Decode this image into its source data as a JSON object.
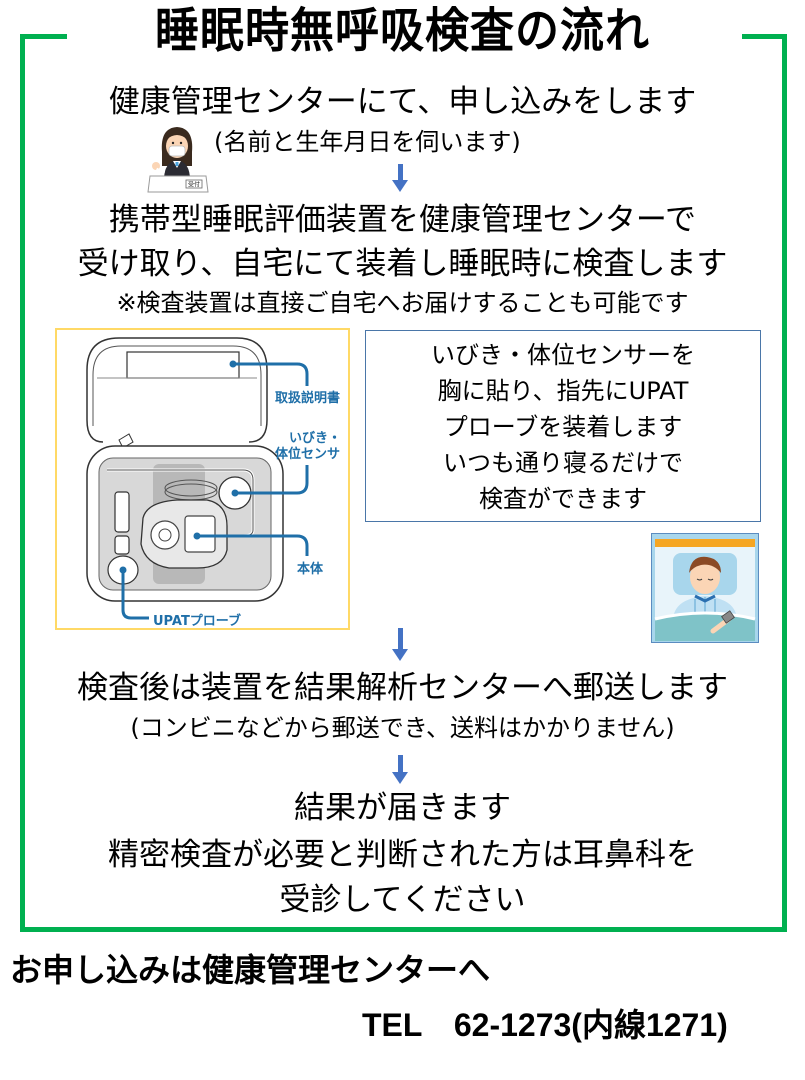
{
  "title": "睡眠時無呼吸検査の流れ",
  "colors": {
    "frame": "#00b050",
    "arrow": "#4472c4",
    "device_label": "#1f6fa8",
    "device_box_border": "#ffd966",
    "info_box_border": "#4a76a8"
  },
  "step1": {
    "main": "健康管理センターにて、申し込みをします",
    "sub": "(名前と生年月日を伺います)",
    "illustration": "receptionist-icon",
    "desk_sign": "受付"
  },
  "step2": {
    "line1": "携帯型睡眠評価装置を健康管理センターで",
    "line2": "受け取り、自宅にて装着し睡眠時に検査します",
    "note": "※検査装置は直接ご自宅へお届けすることも可能です"
  },
  "device": {
    "labels": {
      "manual": "取扱説明書",
      "sensor_line1": "いびき・",
      "sensor_line2": "体位センサ",
      "body": "本体",
      "probe": "UPATプローブ"
    }
  },
  "info_box": {
    "lines": [
      "いびき・体位センサーを",
      "胸に貼り、指先にUPAT",
      "プローブを装着します",
      "いつも通り寝るだけで",
      "検査ができます"
    ]
  },
  "step3": {
    "main": "検査後は装置を結果解析センターへ郵送します",
    "sub": "(コンビニなどから郵送でき、送料はかかりません)"
  },
  "step4": {
    "line1": "結果が届きます",
    "line2": "精密検査が必要と判断された方は耳鼻科を",
    "line3": "受診してください"
  },
  "footer": {
    "apply": "お申し込みは健康管理センターへ",
    "tel": "TEL　62-1273(内線1271)"
  }
}
